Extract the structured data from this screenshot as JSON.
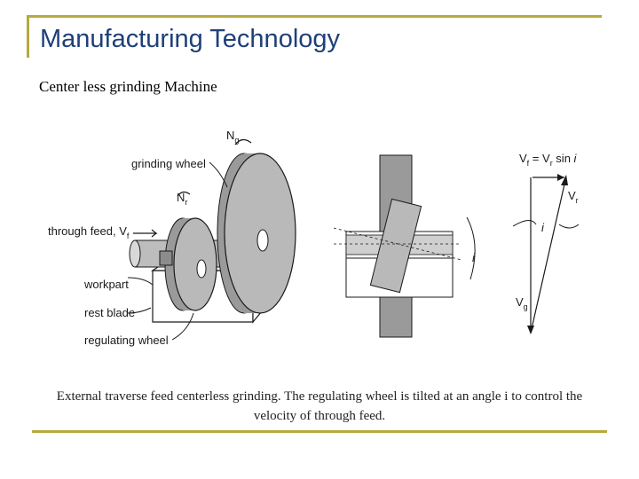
{
  "slide": {
    "title": "Manufacturing Technology",
    "subtitle": "Center less grinding Machine"
  },
  "diagram": {
    "labels": {
      "ng": "N",
      "ng_sub": "g",
      "grinding_wheel": "grinding wheel",
      "nr": "N",
      "nr_sub": "r",
      "through_feed": "through feed, V",
      "through_feed_sub": "f",
      "workpart": "workpart",
      "rest_blade": "rest blade",
      "regulating_wheel": "regulating wheel",
      "angle_i": "i",
      "vf_eq_a": "V",
      "vf_eq_a_sub": "f",
      "vf_eq_b": " = V",
      "vf_eq_b_sub": "r",
      "vf_eq_c": " sin ",
      "vf_eq_i": "i",
      "vr": "V",
      "vr_sub": "r",
      "vector_i": "i",
      "vg": "V",
      "vg_sub": "g"
    },
    "caption_line1": "External traverse feed centerless grinding. The regulating wheel is tilted at an angle i to control the",
    "caption_line2": "velocity of through feed.",
    "colors": {
      "part_gray": "#b9b9b9",
      "dark_gray": "#8c8c8c",
      "line": "#1a1a1a"
    }
  }
}
